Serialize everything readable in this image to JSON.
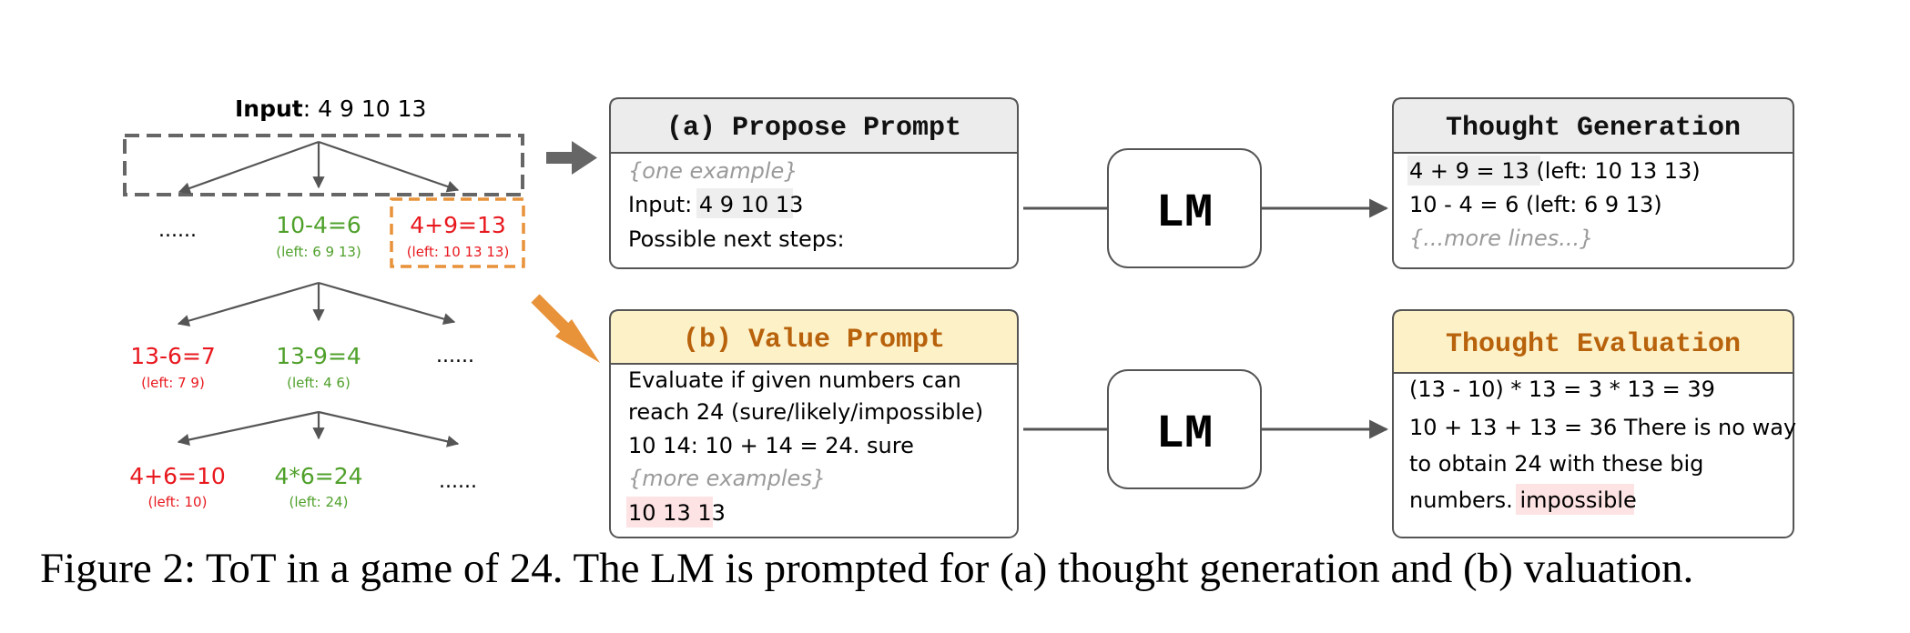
{
  "tree": {
    "input_label": "Input",
    "input_value": ": 4 9 10 13",
    "level1": [
      {
        "expr": "......",
        "left": "",
        "state": "ellipsis"
      },
      {
        "expr": "10-4=6",
        "left": "(left: 6 9 13)",
        "state": "good"
      },
      {
        "expr": "4+9=13",
        "left": "(left: 10 13 13)",
        "state": "bad"
      }
    ],
    "level2": [
      {
        "expr": "13-6=7",
        "left": "(left: 7 9)",
        "state": "bad"
      },
      {
        "expr": "13-9=4",
        "left": "(left: 4 6)",
        "state": "good"
      },
      {
        "expr": "......",
        "left": "",
        "state": "ellipsis"
      }
    ],
    "level3": [
      {
        "expr": "4+6=10",
        "left": "(left: 10)",
        "state": "bad"
      },
      {
        "expr": "4*6=24",
        "left": "(left: 24)",
        "state": "good"
      },
      {
        "expr": "......",
        "left": "",
        "state": "ellipsis"
      }
    ]
  },
  "propose_prompt": {
    "title": "(a) Propose Prompt",
    "line1": "{one example}",
    "line2_label": "Input: ",
    "line2_value": "4 9 10 13",
    "line3": "Possible next steps:"
  },
  "value_prompt": {
    "title": "(b) Value Prompt",
    "line1": "Evaluate if given numbers can",
    "line2": "reach 24 (sure/likely/impossible)",
    "line3": "10 14: 10 + 14 = 24. sure",
    "line4": "{more examples}",
    "line5": "10 13 13"
  },
  "lm_top": {
    "label": "LM"
  },
  "lm_bottom": {
    "label": "LM"
  },
  "thought_generation": {
    "title": "Thought Generation",
    "line1": "4 + 9 = 13 (left: 10 13 13)",
    "line2": "10 - 4 = 6 (left: 6 9 13)",
    "line3": "{...more lines...}"
  },
  "thought_evaluation": {
    "title": "Thought Evaluation",
    "line1": "(13 - 10) * 13 = 3 * 13 = 39",
    "line2": "10 + 13 + 13 = 36 There is no way",
    "line3": "to obtain 24 with these big",
    "line4_plain": "numbers. ",
    "line4_highlight": "impossible"
  },
  "caption": "Figure 2: ToT in a game of 24. The LM is prompted for (a) thought generation and (b) valuation.",
  "colors": {
    "good": "#4fa02a",
    "bad": "#e8181e",
    "orange": "#e8923a",
    "value_title": "#b8620b",
    "value_header_bg": "#fdf1c8",
    "gray_header_bg": "#ececec",
    "pink_highlight": "#fde3e3",
    "gray_highlight": "#eeeeee",
    "box_border": "#555555",
    "arrow_gray": "#555555",
    "italic_gray": "#9a9a9a"
  }
}
